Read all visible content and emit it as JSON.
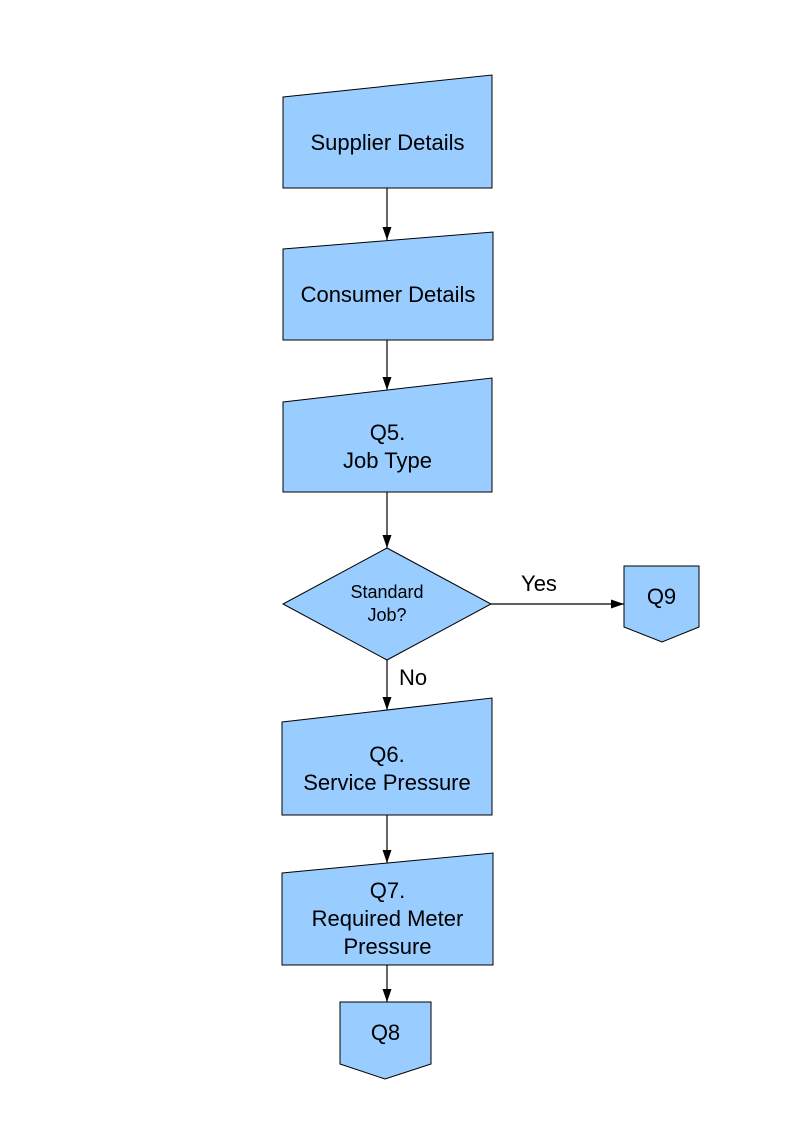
{
  "colors": {
    "shape_fill": "#99CCFF",
    "shape_border": "#000000",
    "connector": "#000000",
    "text": "#000000",
    "background": "#FFFFFF"
  },
  "flowchart": {
    "nodes": {
      "supplier": {
        "shape": "manual-input",
        "lines": [
          "Supplier Details"
        ]
      },
      "consumer": {
        "shape": "manual-input",
        "lines": [
          "Consumer Details"
        ]
      },
      "q5": {
        "shape": "manual-input",
        "lines": [
          "Q5.",
          "Job Type"
        ]
      },
      "standard_job": {
        "shape": "decision",
        "lines": [
          "Standard",
          "Job?"
        ]
      },
      "q9": {
        "shape": "off-page-connector",
        "lines": [
          "Q9"
        ]
      },
      "q6": {
        "shape": "manual-input",
        "lines": [
          "Q6.",
          "Service Pressure"
        ]
      },
      "q7": {
        "shape": "manual-input",
        "lines": [
          "Q7.",
          "Required Meter",
          "Pressure"
        ]
      },
      "q8": {
        "shape": "off-page-connector",
        "lines": [
          "Q8"
        ]
      }
    },
    "edge_labels": {
      "yes": "Yes",
      "no": "No"
    }
  }
}
